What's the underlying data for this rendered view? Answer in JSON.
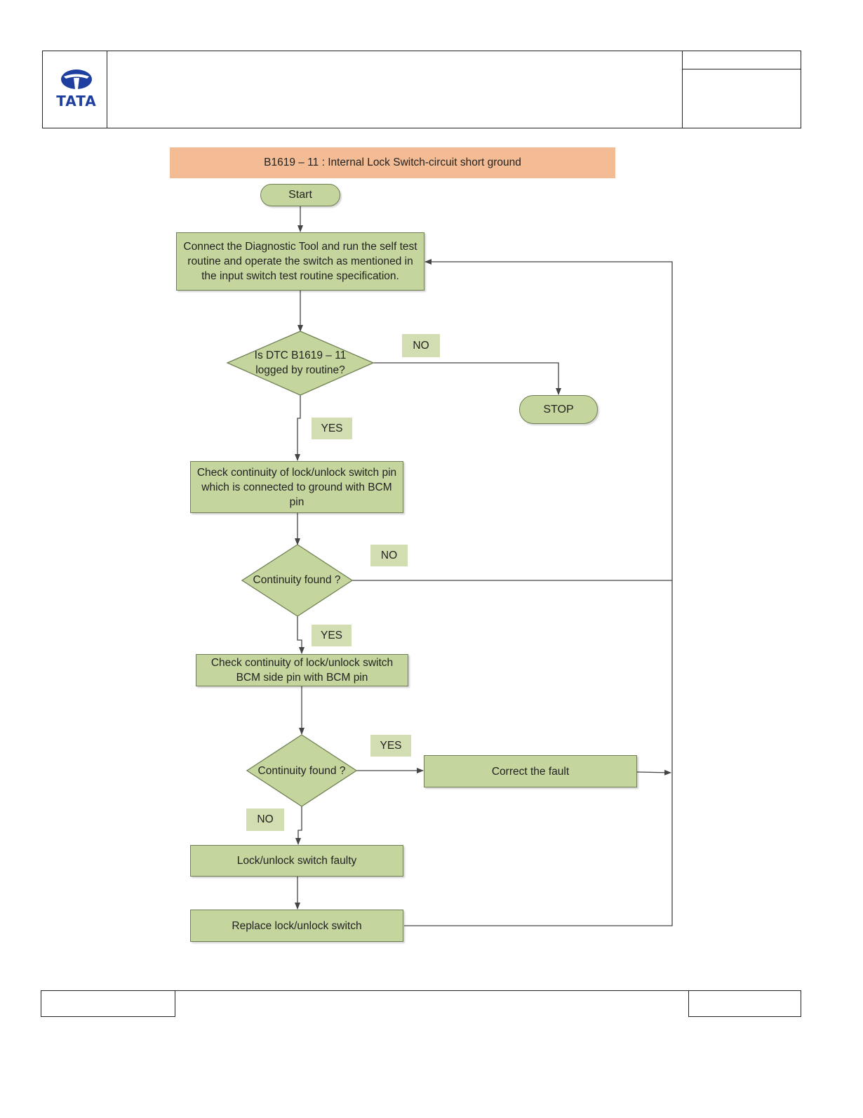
{
  "header": {
    "logo_text": "TATA"
  },
  "title": "B1619 – 11 : Internal Lock Switch-circuit short ground",
  "nodes": {
    "start": "Start",
    "connect_tool": "Connect the Diagnostic Tool and run the self test routine  and operate the switch as mentioned in the input switch test routine specification.",
    "decision_dtc": "Is DTC B1619 – 11 logged by routine?",
    "stop": "STOP",
    "check_ground": "Check continuity of lock/unlock switch pin which is connected to ground with BCM pin",
    "decision_continuity_1": "Continuity found ?",
    "check_bcm_side": "Check continuity of lock/unlock switch BCM side pin with BCM pin",
    "decision_continuity_2": "Continuity found ?",
    "correct_fault": "Correct the fault",
    "switch_faulty": "Lock/unlock switch faulty",
    "replace_switch": "Replace lock/unlock switch"
  },
  "edge_labels": {
    "dtc_no": "NO",
    "dtc_yes": "YES",
    "cont1_no": "NO",
    "cont1_yes": "YES",
    "cont2_yes": "YES",
    "cont2_no": "NO"
  },
  "colors": {
    "banner": "#f4bc95",
    "shape_fill": "#c5d59e",
    "label_fill": "#d2deb1",
    "connector": "#444444",
    "logo": "#1f3fa0"
  }
}
